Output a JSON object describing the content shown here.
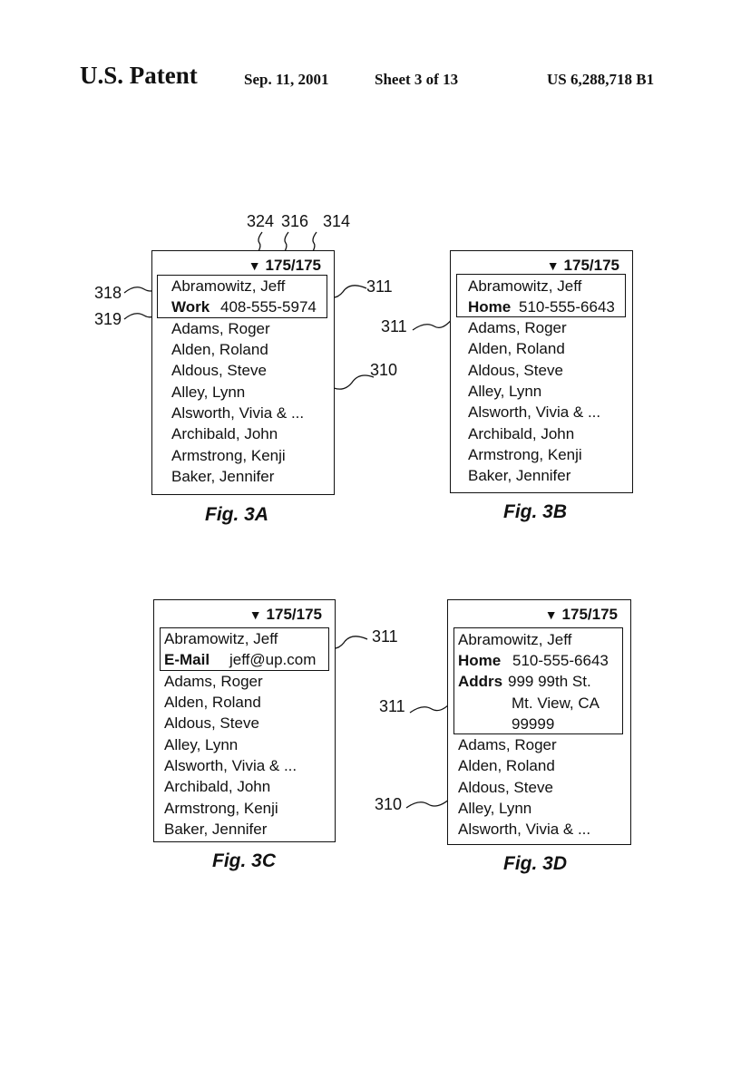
{
  "header": {
    "left": "U.S. Patent",
    "date": "Sep. 11, 2001",
    "sheet": "Sheet 3 of 13",
    "number": "US 6,288,718 B1"
  },
  "counter": "175/175",
  "figures": {
    "fig3a": {
      "caption": "Fig. 3A",
      "selected": {
        "name": "Abramowitz, Jeff",
        "label": "Work",
        "value": "408-555-5974"
      },
      "list": [
        "Adams, Roger",
        "Alden, Roland",
        "Aldous, Steve",
        "Alley, Lynn",
        "Alsworth, Vivia & ...",
        "Archibald, John",
        "Armstrong, Kenji",
        "Baker, Jennifer"
      ],
      "refs": {
        "r324": "324",
        "r316": "316",
        "r314": "314",
        "r318": "318",
        "r319": "319",
        "r311": "311",
        "r310": "310"
      }
    },
    "fig3b": {
      "caption": "Fig. 3B",
      "selected": {
        "name": "Abramowitz, Jeff",
        "label": "Home",
        "value": "510-555-6643"
      },
      "list": [
        "Adams, Roger",
        "Alden, Roland",
        "Aldous, Steve",
        "Alley, Lynn",
        "Alsworth, Vivia & ...",
        "Archibald, John",
        "Armstrong, Kenji",
        "Baker, Jennifer"
      ],
      "refs": {
        "r311": "311"
      }
    },
    "fig3c": {
      "caption": "Fig. 3C",
      "selected": {
        "name": "Abramowitz, Jeff",
        "label": "E-Mail",
        "value": "jeff@up.com"
      },
      "list": [
        "Adams, Roger",
        "Alden, Roland",
        "Aldous, Steve",
        "Alley, Lynn",
        "Alsworth, Vivia & ...",
        "Archibald, John",
        "Armstrong, Kenji",
        "Baker, Jennifer"
      ],
      "refs": {
        "r311": "311"
      }
    },
    "fig3d": {
      "caption": "Fig. 3D",
      "selected": {
        "name": "Abramowitz, Jeff",
        "label": "Home",
        "value": "510-555-6643",
        "label2": "Addrs",
        "addr1": "999 99th St.",
        "addr2": "Mt. View, CA",
        "addr3": "99999"
      },
      "list": [
        "Adams, Roger",
        "Alden, Roland",
        "Aldous, Steve",
        "Alley, Lynn",
        "Alsworth, Vivia & ..."
      ],
      "refs": {
        "r311": "311",
        "r310": "310"
      }
    }
  }
}
